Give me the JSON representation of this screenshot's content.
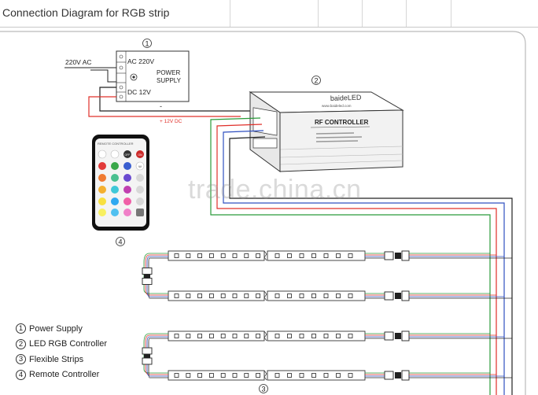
{
  "title": "Connection Diagram for RGB strip",
  "power_supply": {
    "marker": "1",
    "ac_input": "220V AC",
    "ac_label": "AC 220V",
    "name_line1": "POWER",
    "name_line2": "SUPPLY",
    "dc_label": "DC 12V",
    "minus_label": "-",
    "plus_label": "+ 12V DC"
  },
  "controller": {
    "marker": "2",
    "brand": "baideLED",
    "website": "www.baideled.com",
    "name": "RF CONTROLLER"
  },
  "remote": {
    "marker": "4",
    "header": "REMOTE CONTROLLER",
    "off_label": "OFF",
    "on_label": "ON",
    "w_label": "W"
  },
  "strips": {
    "marker": "3"
  },
  "legend": [
    {
      "num": "1",
      "text": "Power Supply"
    },
    {
      "num": "2",
      "text": "LED RGB Controller"
    },
    {
      "num": "3",
      "text": "Flexible Strips"
    },
    {
      "num": "4",
      "text": "Remote Controller"
    }
  ],
  "watermark": "trade.china.cn",
  "colors": {
    "red": "#e0302a",
    "green": "#2a9a3a",
    "blue": "#3050c0",
    "black": "#222222",
    "gray": "#999999"
  }
}
